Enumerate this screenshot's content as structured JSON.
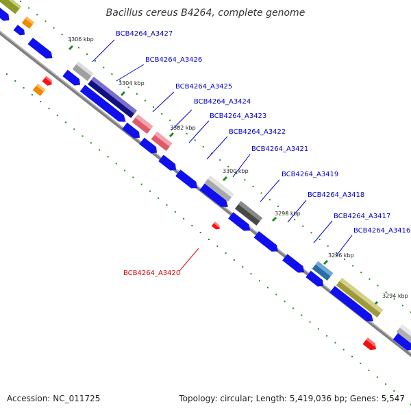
{
  "title": "Bacillus cereus B4264, complete genome",
  "footer": {
    "accession": "Accession: NC_011725",
    "topology": "Topology: circular; Length: 5,419,036 bp; Genes: 5,547"
  },
  "colors": {
    "forward_gene": "#1010ee",
    "backbone": "#808080",
    "tick": "#1a8c1a",
    "label_blue": "#0000cc",
    "label_red": "#dd0000",
    "rna": "#ff1010"
  },
  "kbp_labels": [
    "3306 kbp",
    "3304 kbp",
    "3302 kbp",
    "3300 kbp",
    "3298 kbp",
    "3296 kbp",
    "3294 kbp"
  ],
  "gene_labels": [
    {
      "text": "BCB4264_A3427",
      "color": "blue"
    },
    {
      "text": "BCB4264_A3426",
      "color": "blue"
    },
    {
      "text": "BCB4264_A3425",
      "color": "blue"
    },
    {
      "text": "BCB4264_A3424",
      "color": "blue"
    },
    {
      "text": "BCB4264_A3423",
      "color": "blue"
    },
    {
      "text": "BCB4264_A3422",
      "color": "blue"
    },
    {
      "text": "BCB4264_A3421",
      "color": "blue"
    },
    {
      "text": "BCB4264_A3419",
      "color": "blue"
    },
    {
      "text": "BCB4264_A3418",
      "color": "blue"
    },
    {
      "text": "BCB4264_A3417",
      "color": "blue"
    },
    {
      "text": "BCB4264_A3416",
      "color": "blue"
    },
    {
      "text": "BCB4264_A3420",
      "color": "red"
    }
  ]
}
